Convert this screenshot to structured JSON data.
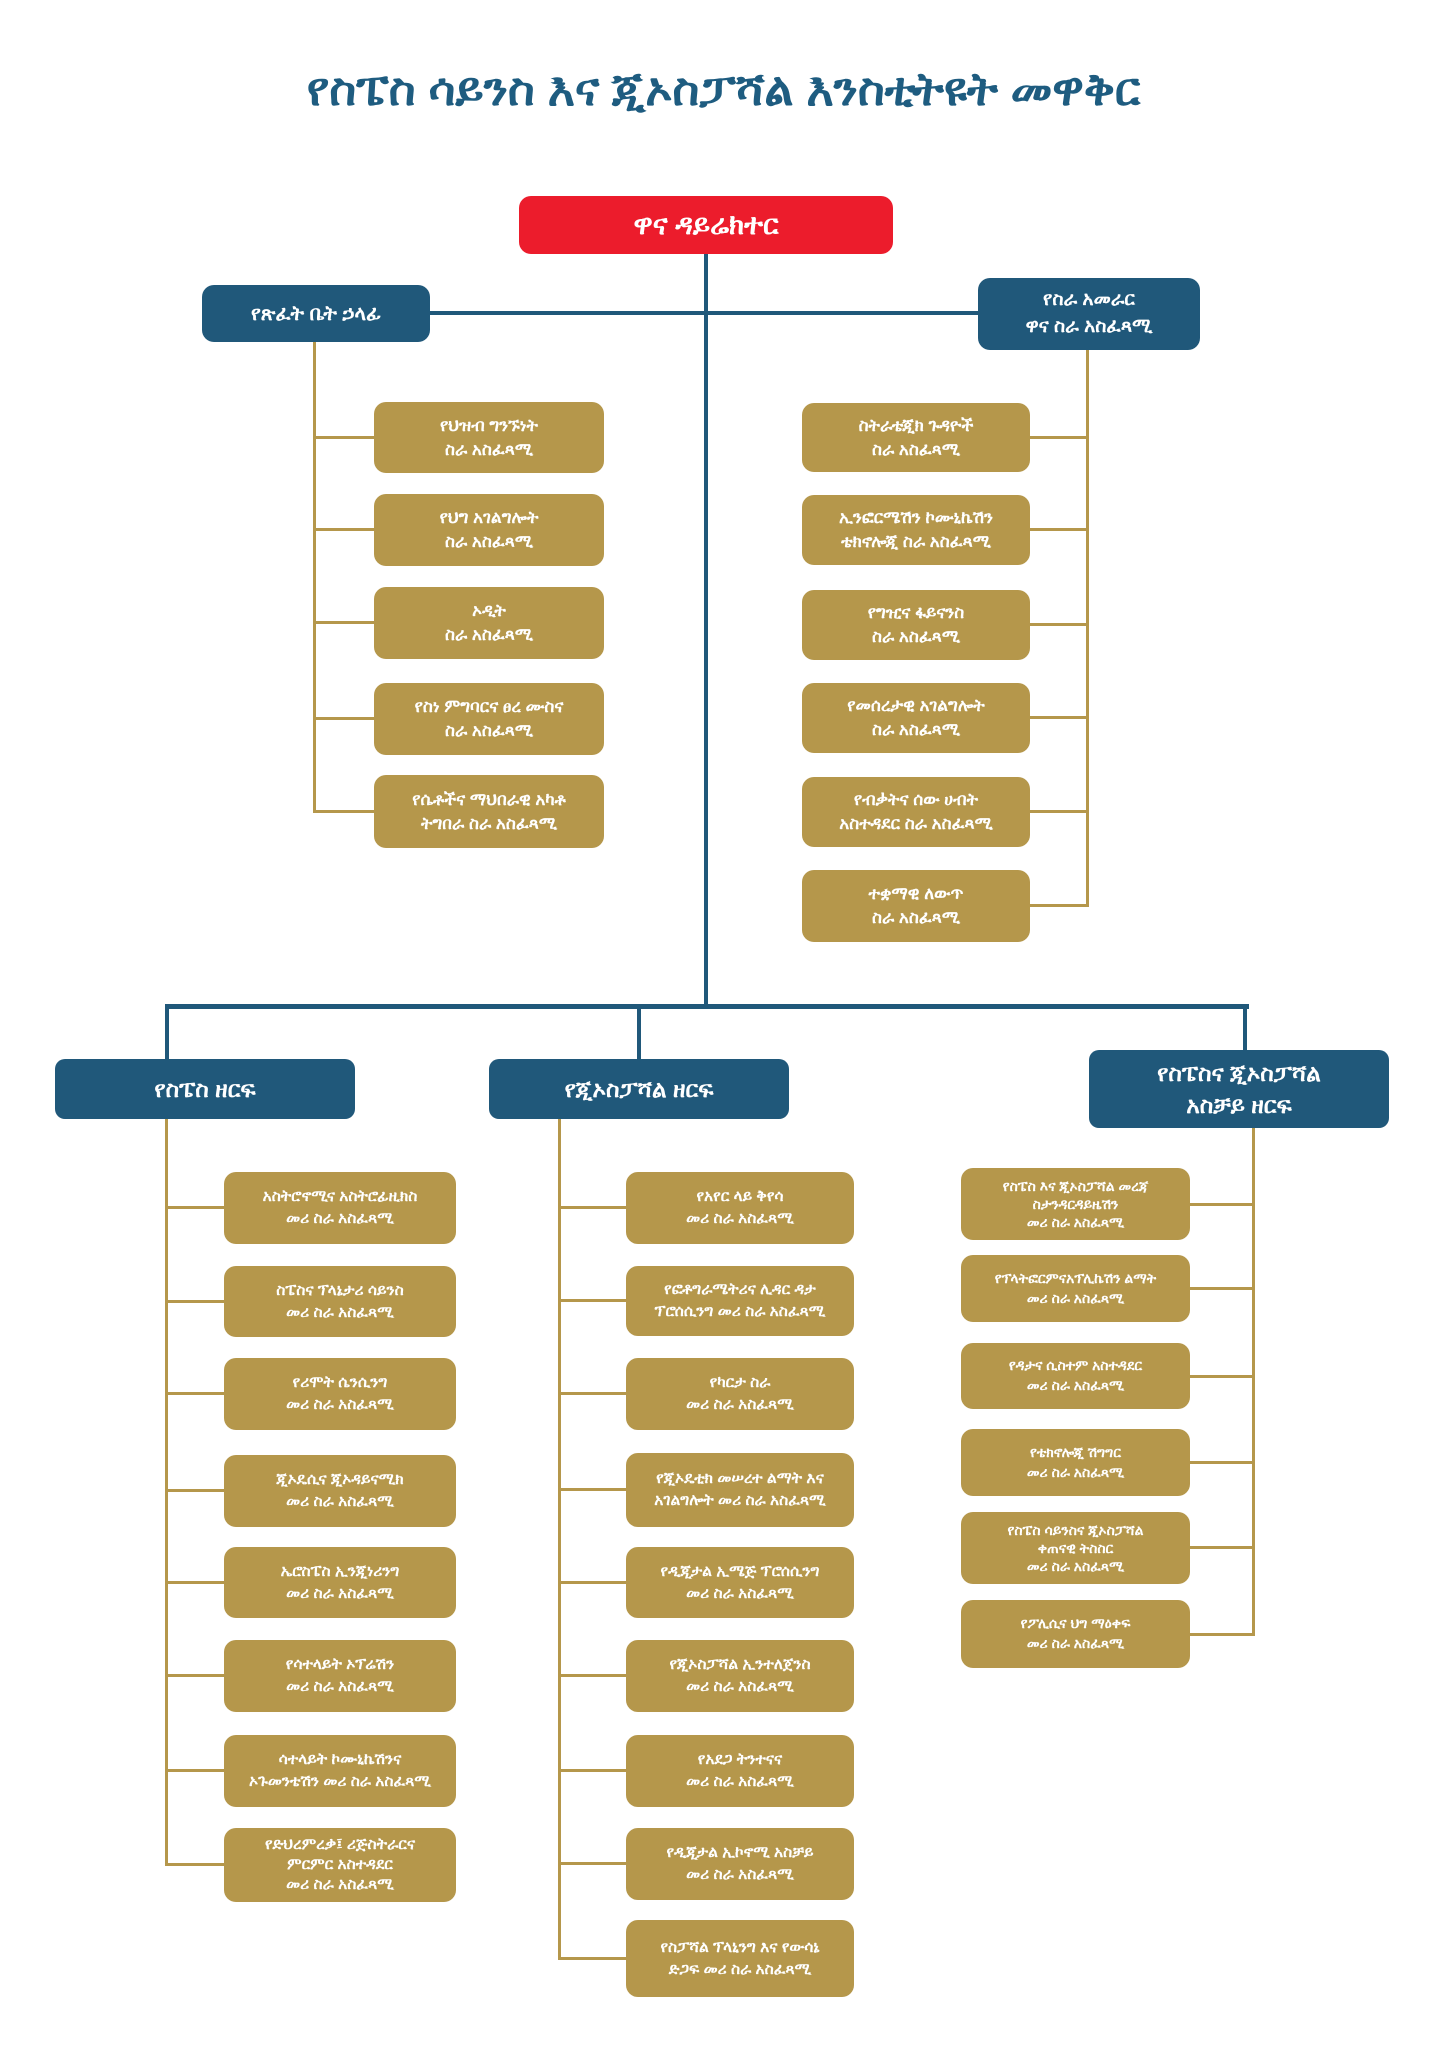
{
  "title": "የስፔስ ሳይንስ እና ጂኦስፓሻል እንስቲትዩት መዋቅር",
  "colors": {
    "navy": "#20587A",
    "gold": "#B5974B",
    "red": "#EC1C2C",
    "title": "#1E5C80"
  },
  "nodes": {
    "director": "ዋና ዳይሬክተር",
    "office_head": "የጽፈት ቤት ኃላፊ",
    "management_ceo": "የስራ አመራር\nዋና ስራ አስፈጻሚ"
  },
  "office_branch": [
    "የህዝብ ግንኙነት\nስራ አስፈጻሚ",
    "የህግ አገልግሎት\nስራ አስፈጻሚ",
    "ኦዲት\nስራ አስፈጻሚ",
    "የስነ ምግባርና ፀረ ሙስና\nስራ አስፈጻሚ",
    "የሴቶችና ማህበራዊ አካቶ\nትግበራ ስራ አስፈጻሚ"
  ],
  "management_branch": [
    "ስትራቴጂክ ጉዳዮች\nስራ አስፈጻሚ",
    "ኢንፎርሜሽን ኮሙኒኬሽን\nቴክኖሎጂ ስራ አስፈጻሚ",
    "የግዢና ፋይናንስ\nስራ አስፈጻሚ",
    "የመሰረታዊ አገልግሎት\nስራ አስፈጻሚ",
    "የብቃትና ሰው ሀብት\nአስተዳደር ስራ አስፈጻሚ",
    "ተቋማዊ ለውጥ\nስራ አስፈጻሚ"
  ],
  "sectors": [
    {
      "header": "የስፔስ ዘርፍ",
      "units": [
        "አስትሮኖሚና አስትሮፊዚክስ\nመሪ ስራ አስፈጻሚ",
        "ስፔስና ፕላኔታሪ ሳይንስ\nመሪ ስራ አስፈጻሚ",
        "የሪሞት ሴንሲንግ\nመሪ ስራ አስፈጻሚ",
        "ጂኦዴሲና ጂኦዳይናሚክ\nመሪ ስራ አስፈጻሚ",
        "ኤሮስፔስ ኢንጂነሪንግ\nመሪ ስራ አስፈጻሚ",
        "የሳተላይት ኦፕሬሽን\nመሪ ስራ አስፈጻሚ",
        "ሳተላይት ኮሙኒኬሽንና\nኦጉመንቴሽን መሪ ስራ አስፈጻሚ",
        "የድህረምረቃ፤ ሪጅስትራርና\nምርምር አስተዳደር\nመሪ ስራ አስፈጻሚ"
      ]
    },
    {
      "header": "የጂኦስፓሻል ዘርፍ",
      "units": [
        "የአየር ላይ ቅየሳ\nመሪ ስራ አስፈጻሚ",
        "የፎቶግራሜትሪና ሊዳር ዳታ\nፕሮሰሲንግ መሪ ስራ አስፈጻሚ",
        "የካርታ ስራ\nመሪ ስራ አስፈጻሚ",
        "የጂኦዴቲክ መሠረተ ልማት እና\nአገልግሎት መሪ ስራ አስፈጻሚ",
        "የዲጂታል ኢሜጅ ፕሮሰሲንግ\nመሪ ስራ አስፈጻሚ",
        "የጂኦስፓሻል ኢንተለጀንስ\nመሪ ስራ አስፈጻሚ",
        "የአደጋ ትንተናና\nመሪ ስራ አስፈጻሚ",
        "የዲጂታል ኢኮኖሚ አስቻይ\nመሪ ስራ አስፈጻሚ",
        "የስፓሻል ፕላኒንግ እና የውሳኔ\nድጋፍ መሪ ስራ አስፈጻሚ"
      ]
    },
    {
      "header": "የስፔስና ጂኦስፓሻል\nአስቻይ ዘርፍ",
      "units": [
        "የስፔስ እና ጂኦስፓሻል መረጃ\nስታንዳርዳይዜሽን\nመሪ ስራ አስፈጻሚ",
        "የፕላትፎርምናአፕሊኬሽን ልማት\nመሪ ስራ አስፈጻሚ",
        "የዳታና ሲስተም አስተዳደር\nመሪ ስራ አስፈጻሚ",
        "የቴክኖሎጂ ሽግግር\nመሪ ስራ አስፈጻሚ",
        "የስፔስ ሳይንስና ጂኦስፓሻል\nቀጠናዊ ትስስር\nመሪ ስራ አስፈጻሚ",
        "የፖሊሲና ህግ ማዕቀፍ\nመሪ ስራ አስፈጻሚ"
      ]
    }
  ]
}
